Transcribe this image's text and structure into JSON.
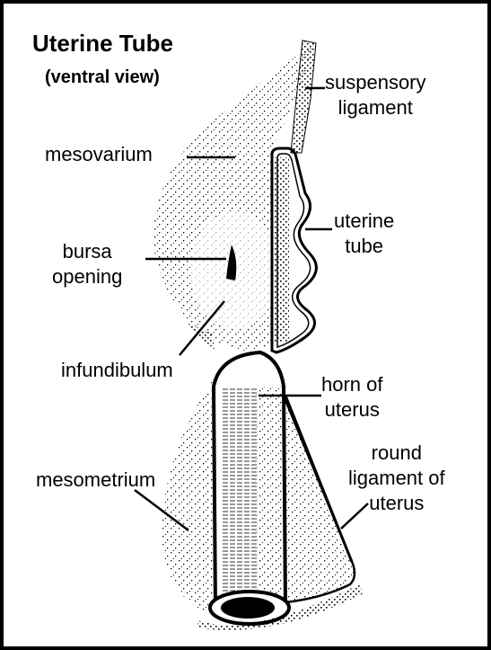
{
  "title": "Uterine Tube",
  "subtitle": "(ventral view)",
  "labels": {
    "suspensory_ligament": "suspensory\nligament",
    "mesovarium": "mesovarium",
    "uterine_tube": "uterine\ntube",
    "bursa_opening": "bursa\nopening",
    "infundibulum": "infundibulum",
    "horn_of_uterus": "horn of\nuterus",
    "round_ligament": "round\nligament of\nuterus",
    "mesometrium": "mesometrium"
  },
  "colors": {
    "ink": "#000000",
    "background": "#ffffff"
  }
}
